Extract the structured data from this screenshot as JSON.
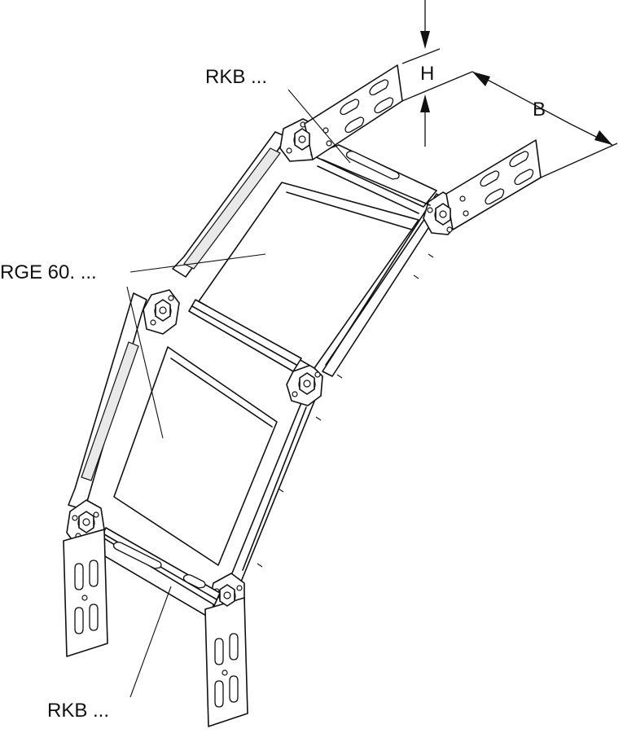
{
  "labels": {
    "rkb_top": "RKB ...",
    "rge": "RGE 60. ...",
    "rkb_bottom": "RKB ...",
    "dim_h": "H",
    "dim_b": "B"
  }
}
